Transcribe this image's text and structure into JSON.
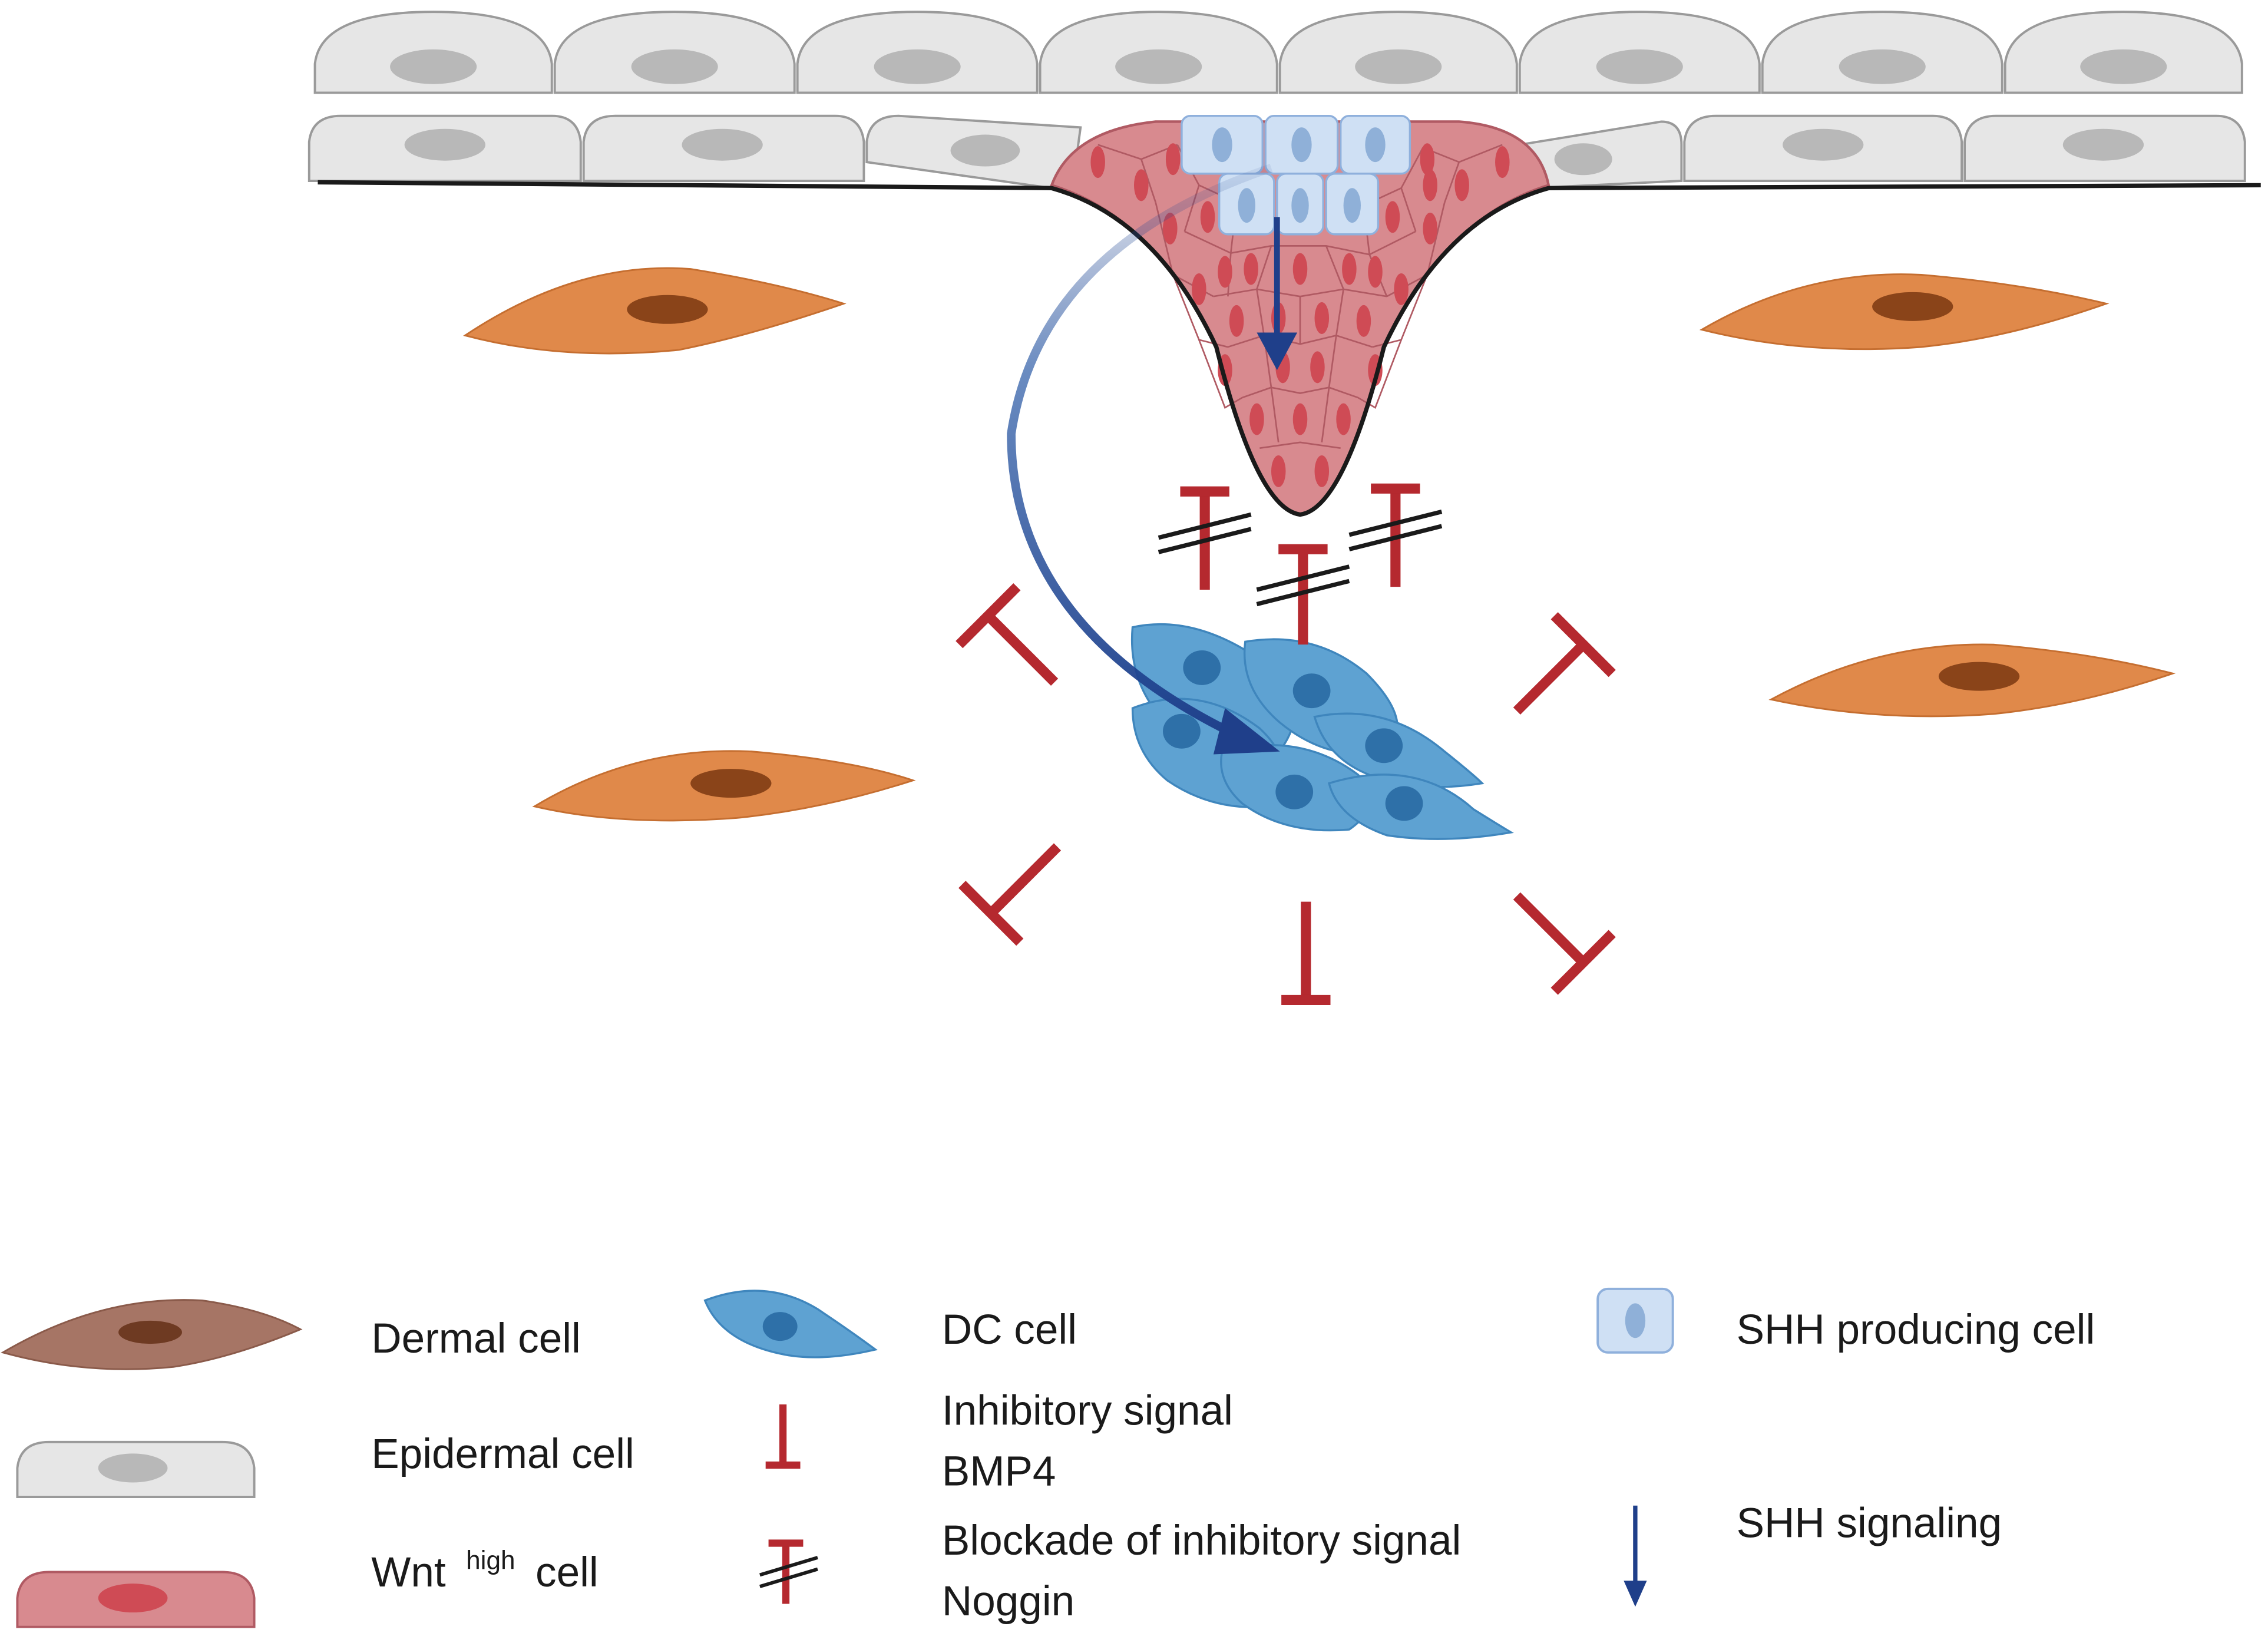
{
  "figure": {
    "colors": {
      "dermal_fill": "#e0894a",
      "dermal_nucleus": "#8a4419",
      "dermal_legend_fill": "#a67565",
      "dermal_legend_nucleus": "#6e3a22",
      "epidermal_fill": "#e6e6e6",
      "epidermal_stroke": "#9a9a9a",
      "epidermal_nucleus": "#b8b8b8",
      "wnt_fill": "#d88a8f",
      "wnt_stroke": "#b05a63",
      "wnt_nucleus": "#cf4b55",
      "shh_fill": "#cfe0f4",
      "shh_stroke": "#8fb0dc",
      "shh_nucleus": "#8fb0d8",
      "dc_fill": "#5ea2d2",
      "dc_stroke": "#3f86bd",
      "dc_nucleus": "#2e70a8",
      "inhibit": "#b5292f",
      "blockade": "#1a1a1a",
      "shh_arrow": "#1f3f8a",
      "basement": "#1a1a1a"
    }
  },
  "legend": {
    "dermal": {
      "label": "Dermal cell",
      "icon": "dermal-cell-icon"
    },
    "epidermal": {
      "label": "Epidermal cell",
      "icon": "epidermal-cell-icon"
    },
    "wnt": {
      "label_pre": "Wnt",
      "label_sup": "high",
      "label_post": "cell",
      "icon": "wnt-high-cell-icon"
    },
    "dc": {
      "label": "DC cell",
      "icon": "dc-cell-icon"
    },
    "inhibitory": {
      "line1": "Inhibitory signal",
      "line2": "BMP4",
      "icon": "inhibitory-signal-icon"
    },
    "blockade": {
      "line1": "Blockade of inhibitory signal",
      "line2": "Noggin",
      "icon": "blockade-icon"
    },
    "shh_cell": {
      "label": "SHH producing cell",
      "icon": "shh-producing-cell-icon"
    },
    "shh_signal": {
      "label": "SHH signaling",
      "icon": "shh-signaling-arrow-icon"
    }
  }
}
